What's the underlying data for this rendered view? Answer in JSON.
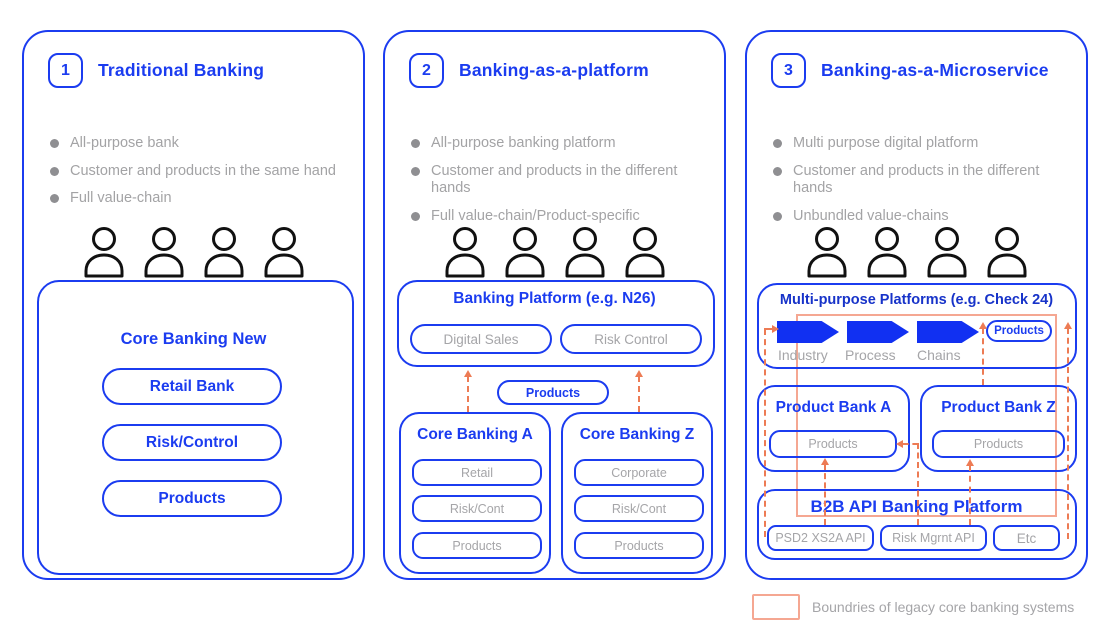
{
  "colors": {
    "accent_blue": "#1b3cf0",
    "chevron_blue": "#1130f2",
    "gray_text": "#a5a5a8",
    "legacy_salmon": "#f5a792",
    "arrow_orange": "#ed7b54"
  },
  "legend": {
    "label": "Boundries of legacy core banking systems"
  },
  "panels": [
    {
      "number": "1",
      "title": "Traditional Banking",
      "bullets": [
        "All-purpose bank",
        "Customer and products in the same hand",
        "Full value-chain"
      ],
      "core_box": {
        "title": "Core Banking New",
        "pills": [
          "Retail Bank",
          "Risk/Control",
          "Products"
        ]
      }
    },
    {
      "number": "2",
      "title": "Banking-as-a-platform",
      "bullets": [
        "All-purpose banking platform",
        "Customer and products in the different hands",
        "Full value-chain/Product-specific"
      ],
      "platform_box": {
        "title": "Banking Platform (e.g. N26)",
        "pills": [
          "Digital Sales",
          "Risk Control"
        ]
      },
      "products_pill": "Products",
      "core_a": {
        "title": "Core Banking A",
        "pills": [
          "Retail",
          "Risk/Cont",
          "Products"
        ]
      },
      "core_z": {
        "title": "Core Banking Z",
        "pills": [
          "Corporate",
          "Risk/Cont",
          "Products"
        ]
      }
    },
    {
      "number": "3",
      "title": "Banking-as-a-Microservice",
      "bullets": [
        "Multi purpose digital platform",
        "Customer and products in the different hands",
        "Unbundled value-chains"
      ],
      "platform_box": {
        "title": "Multi-purpose Platforms (e.g. Check 24)",
        "chevron_labels": [
          "Industry",
          "Process",
          "Chains"
        ],
        "products_pill": "Products"
      },
      "bank_a": {
        "title": "Product Bank A",
        "pill": "Products"
      },
      "bank_z": {
        "title": "Product Bank Z",
        "pill": "Products"
      },
      "b2b": {
        "title": "B2B API Banking Platform",
        "pills": [
          "PSD2 XS2A API",
          "Risk Mgrnt API",
          "Etc"
        ]
      }
    }
  ]
}
